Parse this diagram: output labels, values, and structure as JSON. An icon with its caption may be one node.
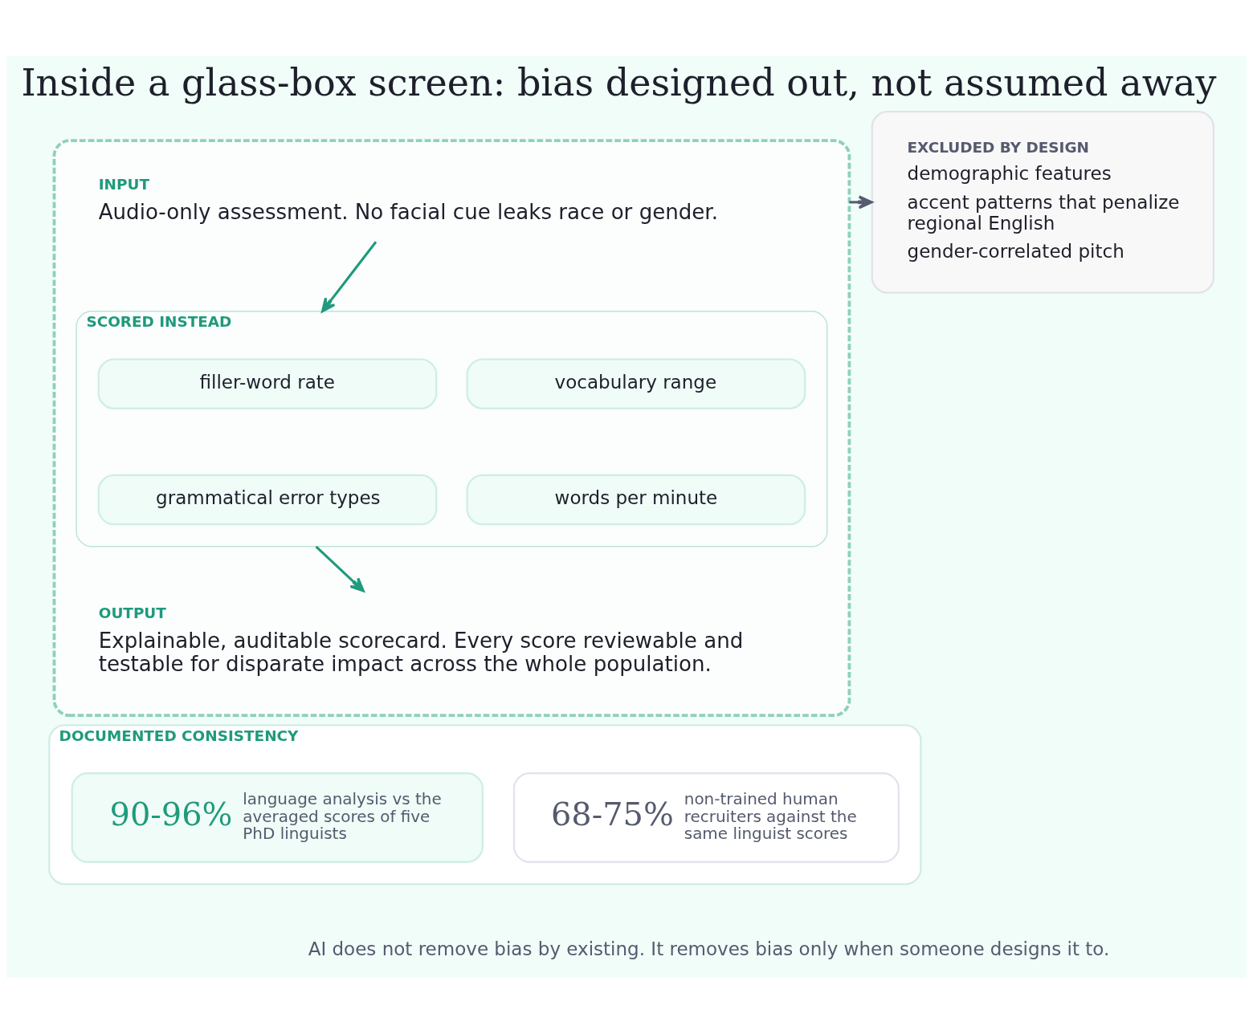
{
  "diagram": {
    "title": "Inside a glass-box screen: bias designed out, not assumed away",
    "caption": "AI does not remove bias by existing. It removes bias only when someone designs it to.",
    "nodes": [
      {
        "text": [],
        "shape": "box"
      },
      {
        "text": [
          "INPUT",
          "Audio-only assessment. No facial cue leaks race or gender."
        ],
        "in": 0
      },
      {
        "text": [
          "SCORED INSTEAD"
        ],
        "in": 0
      },
      {
        "text": [
          "filler-word rate"
        ],
        "in": 2
      },
      {
        "text": [
          "vocabulary range"
        ],
        "in": 2
      },
      {
        "text": [
          "grammatical error types"
        ],
        "in": 2
      },
      {
        "text": [
          "words per minute"
        ],
        "in": 2
      },
      {
        "text": [
          "OUTPUT",
          "Explainable, auditable scorecard. Every score reviewable and testable for disparate impact across the whole population."
        ],
        "in": 0
      },
      {
        "text": [
          "EXCLUDED BY DESIGN",
          "demographic features",
          "accent patterns that penalize regional English",
          "gender-correlated pitch"
        ]
      },
      {
        "text": [
          "DOCUMENTED CONSISTENCY"
        ]
      },
      {
        "text": [
          "90-96%",
          "language analysis vs the averaged scores of five PhD linguists"
        ],
        "in": 9
      },
      {
        "text": [
          "68-75%",
          "non-trained human recruiters against the same linguist scores"
        ],
        "in": 9
      }
    ],
    "edges": [
      {
        "from": 1,
        "to": 2,
        "arrow": "to"
      },
      {
        "from": 2,
        "to": 7,
        "arrow": "to"
      },
      {
        "from": 0,
        "to": 8,
        "arrow": "to",
        "color": "#565b70"
      }
    ]
  }
}
